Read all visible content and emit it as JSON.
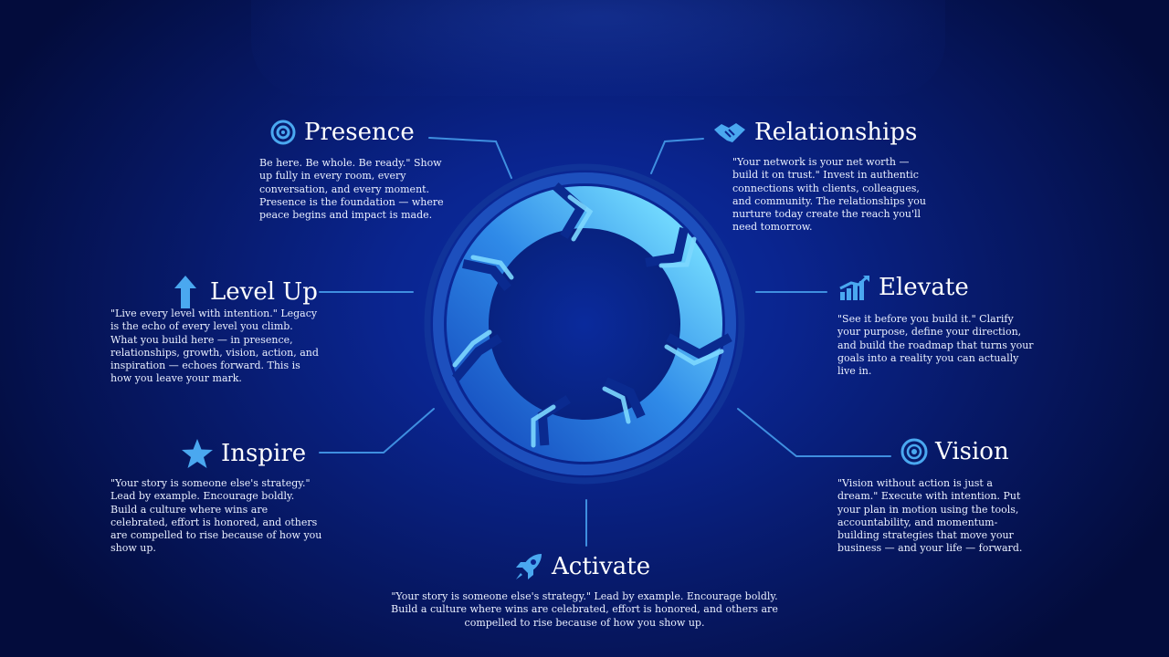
{
  "stages": {
    "presence": {
      "title": "Presence",
      "icon": "target-icon",
      "text": "Be here. Be whole. Be ready.\" Show up fully in every room, every conversation, and every moment. Presence is the foundation — where peace begins and impact is made."
    },
    "relationships": {
      "title": "Relationships",
      "icon": "handshake-icon",
      "text": "\"Your network is your net worth — build it on trust.\" Invest in authentic connections with clients, colleagues, and community. The relationships you nurture today create the reach you'll need tomorrow."
    },
    "elevate": {
      "title": "Elevate",
      "icon": "growth-chart-icon",
      "text": "\"See it before you build it.\" Clarify your purpose, define your direction, and build the roadmap that turns your goals into a reality you can actually live in."
    },
    "vision": {
      "title": "Vision",
      "icon": "eye-target-icon",
      "text": "\"Vision without action is just a dream.\" Execute with intention. Put your plan in motion using the tools, accountability, and momentum-building strategies that move your business — and your life — forward."
    },
    "activate": {
      "title": "Activate",
      "icon": "rocket-icon",
      "text": "\"Your story is someone else's strategy.\" Lead by example. Encourage boldly. Build a culture where wins are celebrated, effort is honored, and others are compelled to rise because of how you show up."
    },
    "inspire": {
      "title": "Inspire",
      "icon": "star-icon",
      "text": "\"Your story is someone else's strategy.\" Lead by example. Encourage boldly. Build a culture where wins are celebrated, effort is honored, and others are compelled to rise because of how you show up."
    },
    "level_up": {
      "title": "Level Up",
      "icon": "arrow-up-icon",
      "text": "\"Live every level with intention.\" Legacy is the echo of every level you climb. What you build here — in presence, relationships, growth, vision, action, and inspiration — echoes forward. This is how you leave your mark."
    }
  },
  "colors": {
    "accent": "#4aa8f0",
    "cycle_light": "#63d0fb",
    "cycle_dark": "#1f5fc8",
    "ring": "#163e9a"
  }
}
